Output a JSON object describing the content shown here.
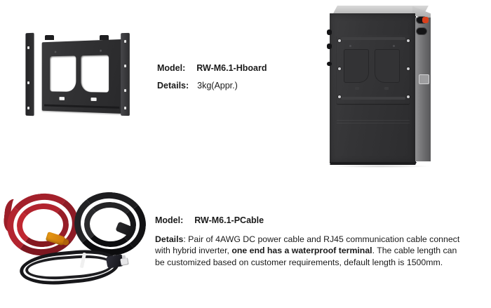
{
  "page": {
    "background_color": "#ffffff",
    "text_color": "#1a1a1a"
  },
  "items": [
    {
      "figure_name": "wall-mount-bracket",
      "model_label": "Model:",
      "model_value": "RW-M6.1-Hboard",
      "details_label": "Details:",
      "details_value": "3kg(Appr.)"
    },
    {
      "figure_name": "power-and-communication-cable-kit",
      "model_label": "Model:",
      "model_value": "RW-M6.1-PCable",
      "details_label": "Details",
      "details_colon": ":",
      "details_text_1": " Pair of 4AWG DC power cable and RJ45 communication cable connect with hybrid inverter, ",
      "details_emphasis": "one end has a waterproof terminal",
      "details_text_2": ". The cable length can be customized based on customer requirements, default length is 1500mm."
    }
  ],
  "figures": {
    "bracket": {
      "name": "wall-mount-bracket-photo",
      "body_color": "#313133",
      "flange_color": "#2e2e30"
    },
    "battery": {
      "name": "battery-unit-rear-photo",
      "body_color": "#343436",
      "side_panel_color": "#6e6e70",
      "top_panel_color": "#c4c4c4",
      "terminal_positive_color": "#d8401c",
      "terminal_negative_color": "#141416"
    },
    "cables": {
      "name": "cable-kit-photo",
      "dc_positive_color": "#a3202b",
      "dc_negative_color": "#17171a",
      "waterproof_terminal_color": "#e89a14",
      "comm_cable_color": "#17171a",
      "rj45_plug_color": "#e6e6e8"
    }
  }
}
